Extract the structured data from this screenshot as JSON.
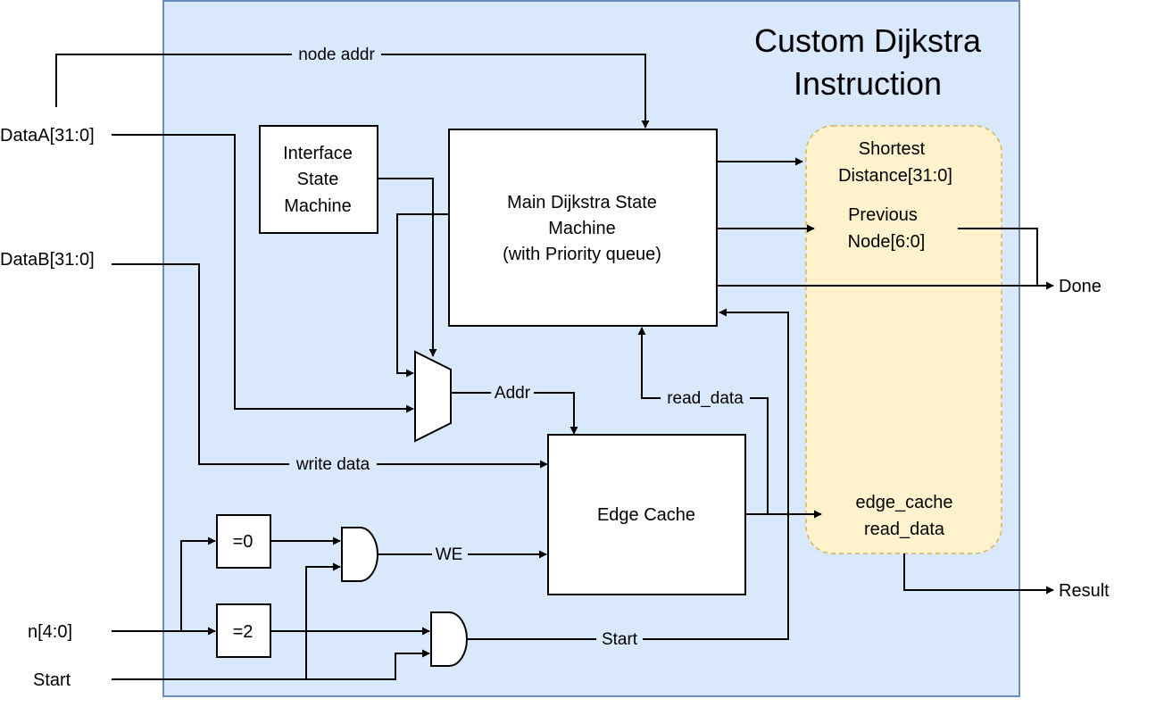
{
  "title": {
    "line1": "Custom Dijkstra",
    "line2": "Instruction"
  },
  "inputs": {
    "data_a": "DataA[31:0]",
    "data_b": "DataB[31:0]",
    "n": "n[4:0]",
    "start": "Start"
  },
  "outputs": {
    "done": "Done",
    "result": "Result"
  },
  "blocks": {
    "interface_sm": [
      "Interface",
      "State",
      "Machine"
    ],
    "main_sm": [
      "Main Dijkstra State",
      "Machine",
      "(with Priority queue)"
    ],
    "edge_cache": "Edge Cache",
    "eq0": "=0",
    "eq2": "=2"
  },
  "register_region": {
    "shortest": [
      "Shortest",
      "Distance[31:0]"
    ],
    "previous": [
      "Previous",
      "Node[6:0]"
    ],
    "edge_cache_read": [
      "edge_cache",
      "read_data"
    ]
  },
  "signals": {
    "node_addr": "node addr",
    "addr": "Addr",
    "write_data": "write data",
    "read_data": "read_data",
    "we": "WE",
    "start_internal": "Start"
  },
  "colors": {
    "container_fill": "#dae8fc",
    "container_stroke": "#6c8ebf",
    "region_fill": "#fff2cc",
    "region_stroke": "#d6b656"
  }
}
